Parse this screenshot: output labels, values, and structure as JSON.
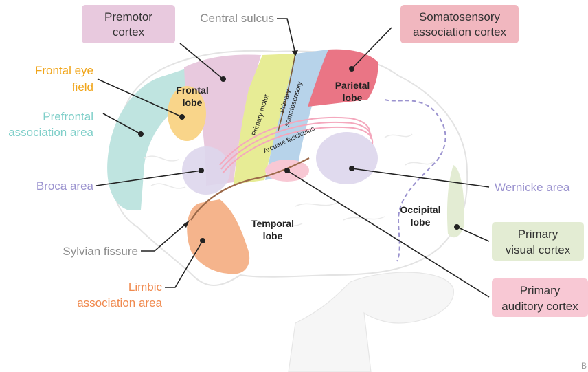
{
  "labels": {
    "premotor": [
      "Premotor",
      "cortex"
    ],
    "central_sulcus": "Central sulcus",
    "somatosensory_assoc": [
      "Somatosensory",
      "association cortex"
    ],
    "frontal_eye": [
      "Frontal eye",
      "field"
    ],
    "prefrontal": [
      "Prefrontal",
      "association area"
    ],
    "broca": "Broca area",
    "wernicke": "Wernicke area",
    "primary_visual": [
      "Primary",
      "visual cortex"
    ],
    "sylvian": "Sylvian fissure",
    "limbic": [
      "Limbic",
      "association area"
    ],
    "primary_auditory": [
      "Primary",
      "auditory cortex"
    ],
    "frontal_lobe": [
      "Frontal",
      "lobe"
    ],
    "parietal_lobe": [
      "Parietal",
      "lobe"
    ],
    "temporal_lobe": [
      "Temporal",
      "lobe"
    ],
    "occipital_lobe": [
      "Occipital",
      "lobe"
    ],
    "primary_motor": "Primary motor",
    "primary_somatosensory": [
      "Primary",
      "somatosensory"
    ],
    "arcuate": "Arcuate fasciculus",
    "corner_mark": "B"
  },
  "colors": {
    "premotor": "#e8c9de",
    "somatosensory_assoc": "#f1b7bf",
    "frontal_eye": "#f9d58a",
    "prefrontal": "#bfe4e0",
    "broca": "#ddd6ec",
    "wernicke": "#ddd6ec",
    "primary_visual": "#e3ecd3",
    "limbic": "#f5b48c",
    "primary_auditory": "#f8c8d4",
    "primary_motor": "#e7ec95",
    "primary_somatosensory": "#b7d3ea",
    "parietal_region": "#ea7585",
    "arcuate": "#f4a8bd",
    "brain_outline": "#e3e3e3"
  }
}
